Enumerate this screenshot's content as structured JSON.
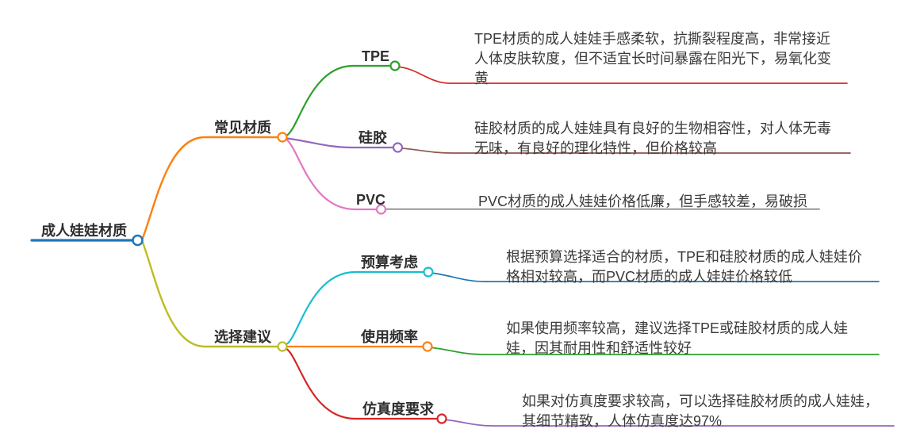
{
  "mindmap": {
    "root": {
      "label": "成人娃娃材质",
      "color": "#1f77b4"
    },
    "branches": [
      {
        "label": "常见材质",
        "color": "#ff7f0e",
        "children": [
          {
            "label": "TPE",
            "color": "#2ca02c",
            "desc_color": "#d62728",
            "desc": "TPE材质的成人娃娃手感柔软，抗撕裂程度高，非常接近\n人体皮肤软度，但不适宜长时间暴露在阳光下，易氧化变\n黄"
          },
          {
            "label": "硅胶",
            "color": "#9467bd",
            "desc_color": "#8c564b",
            "desc": "硅胶材质的成人娃娃具有良好的生物相容性，对人体无毒\n无味，有良好的理化特性，但价格较高"
          },
          {
            "label": "PVC",
            "color": "#e377c2",
            "desc_color": "#7f7f7f",
            "desc": "PVC材质的成人娃娃价格低廉，但手感较差，易破损"
          }
        ]
      },
      {
        "label": "选择建议",
        "color": "#bcbd22",
        "children": [
          {
            "label": "预算考虑",
            "color": "#17becf",
            "desc_color": "#1f77b4",
            "desc": "根据预算选择适合的材质，TPE和硅胶材质的成人娃娃价\n格相对较高，而PVC材质的成人娃娃价格较低"
          },
          {
            "label": "使用频率",
            "color": "#ff7f0e",
            "desc_color": "#2ca02c",
            "desc": "如果使用频率较高，建议选择TPE或硅胶材质的成人娃\n娃，因其耐用性和舒适性较好"
          },
          {
            "label": "仿真度要求",
            "color": "#d62728",
            "desc_color": "#9467bd",
            "desc": "如果对仿真度要求较高，可以选择硅胶材质的成人娃娃，\n其细节精致，人体仿真度达97%"
          }
        ]
      }
    ]
  }
}
